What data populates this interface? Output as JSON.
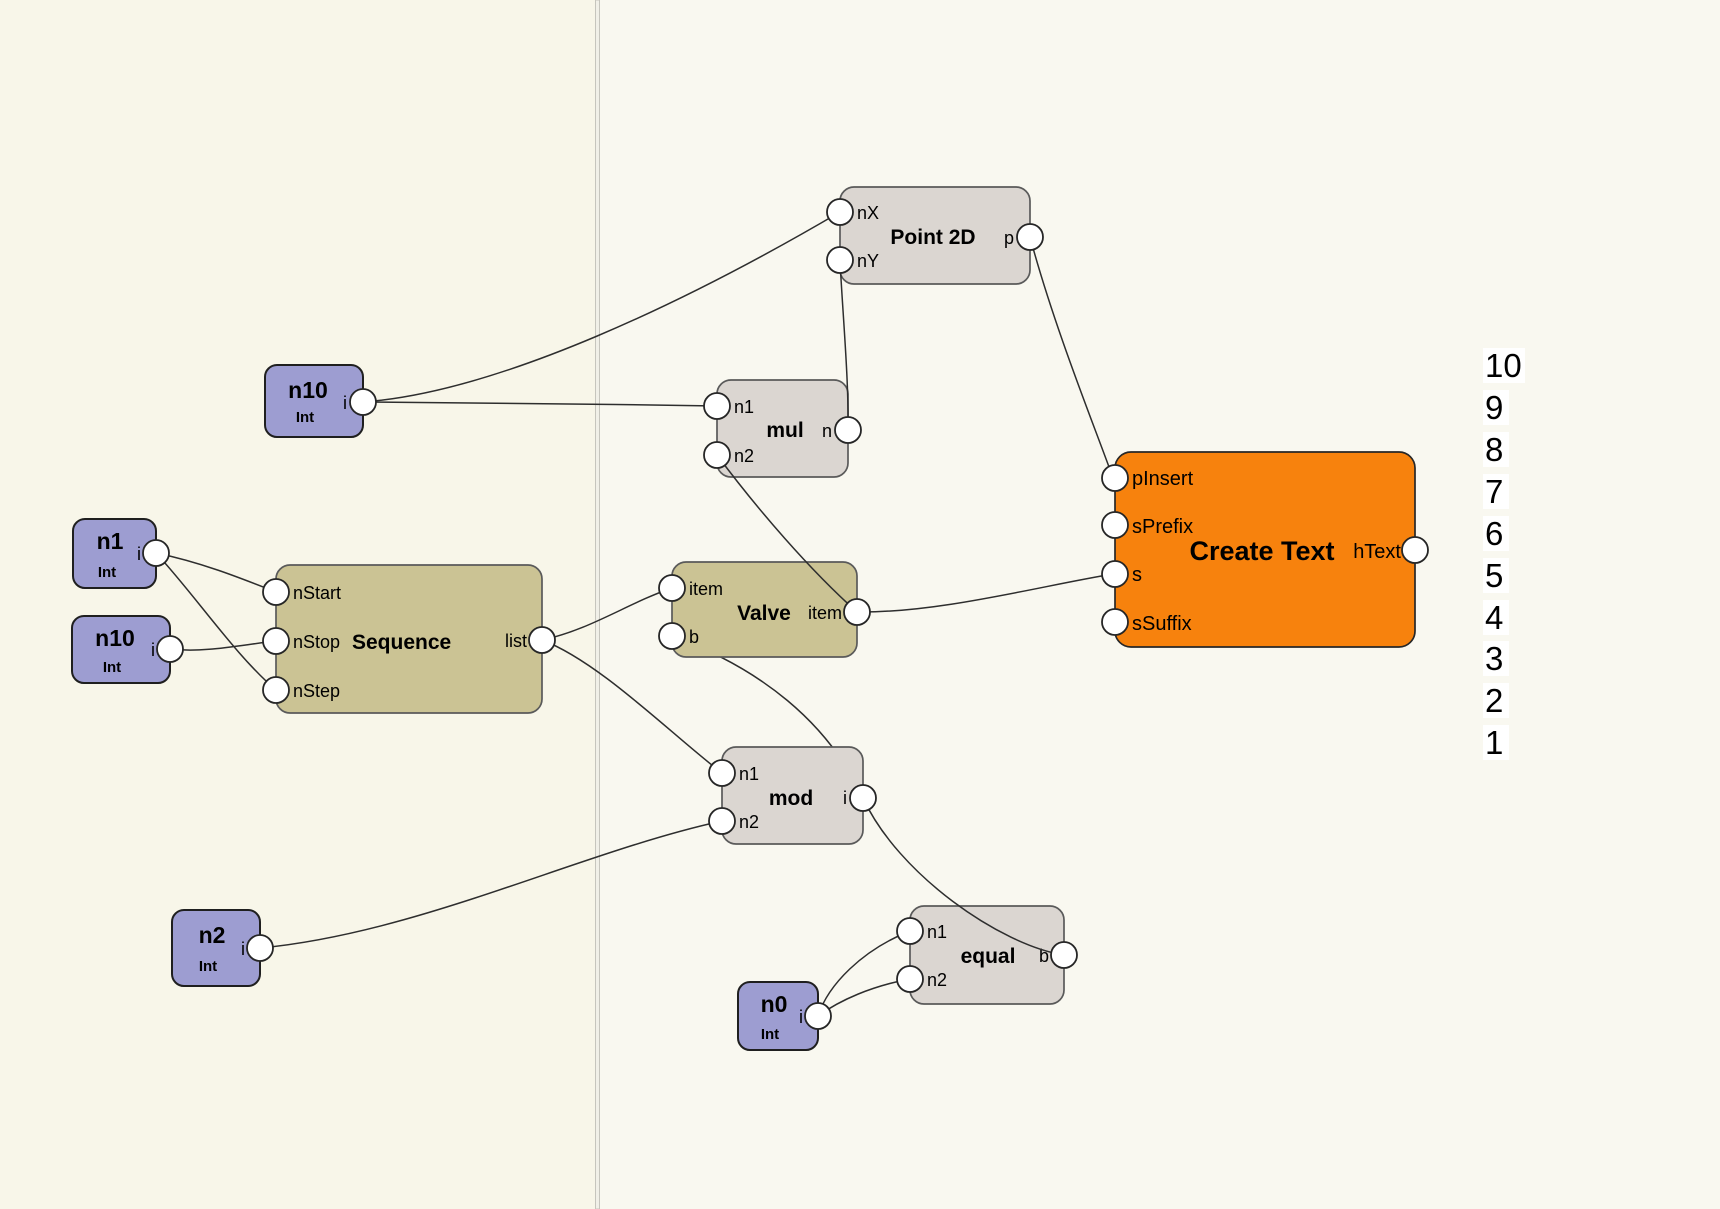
{
  "canvas": {
    "background_left": "#f8f6e9",
    "background_right": "#f9f8f0",
    "divider_color": "#c6c5bd",
    "wire_color": "#2e2e2e"
  },
  "colors": {
    "int_node": "#9d9dd1",
    "math_node": "#dbd6d1",
    "flow_node": "#cbc394",
    "create_text_node": "#f7820d",
    "port_fill": "#ffffff"
  },
  "nodes": {
    "n10_top": {
      "title": "n10",
      "subtitle": "Int",
      "output": "i"
    },
    "point2d": {
      "title": "Point 2D",
      "inputs": [
        "nX",
        "nY"
      ],
      "output": "p"
    },
    "mul": {
      "title": "mul",
      "inputs": [
        "n1",
        "n2"
      ],
      "output": "n"
    },
    "n1": {
      "title": "n1",
      "subtitle": "Int",
      "output": "i"
    },
    "n10_left": {
      "title": "n10",
      "subtitle": "Int",
      "output": "i"
    },
    "sequence": {
      "title": "Sequence",
      "inputs": [
        "nStart",
        "nStop",
        "nStep"
      ],
      "output": "list"
    },
    "valve": {
      "title": "Valve",
      "inputs": [
        "item",
        "b"
      ],
      "output": "item"
    },
    "create_text": {
      "title": "Create Text",
      "inputs": [
        "pInsert",
        "sPrefix",
        "s",
        "sSuffix"
      ],
      "output": "hText"
    },
    "mod": {
      "title": "mod",
      "inputs": [
        "n1",
        "n2"
      ],
      "output": "i"
    },
    "n2": {
      "title": "n2",
      "subtitle": "Int",
      "output": "i"
    },
    "equal": {
      "title": "equal",
      "inputs": [
        "n1",
        "n2"
      ],
      "output": "b"
    },
    "n0": {
      "title": "n0",
      "subtitle": "Int",
      "output": "i"
    }
  },
  "canvas_output": {
    "values": [
      "10",
      "9",
      "8",
      "7",
      "6",
      "5",
      "4",
      "3",
      "2",
      "1"
    ]
  }
}
